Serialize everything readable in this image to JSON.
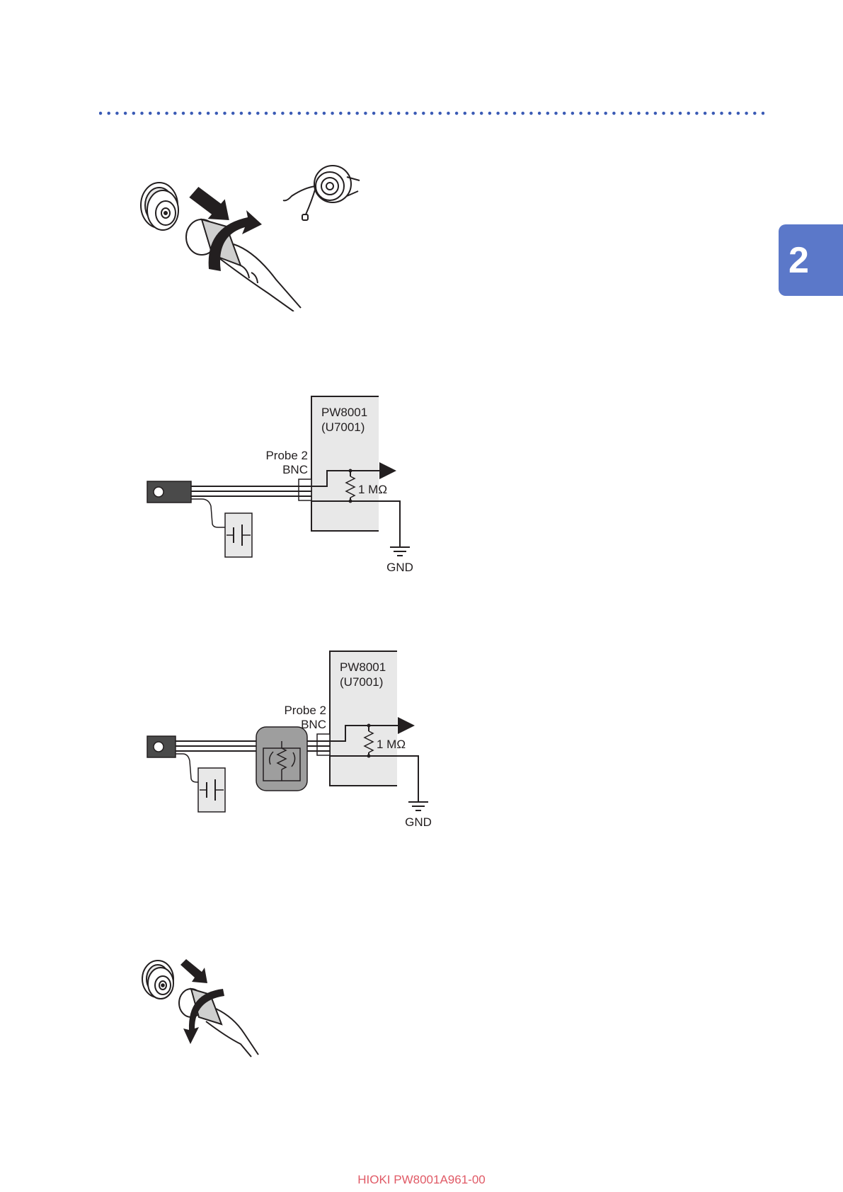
{
  "header": {
    "dot_color": "#3b5bb5"
  },
  "chapter_tab": {
    "number": "2",
    "color": "#5b78c9"
  },
  "figure_remove_cap": {
    "icons": [
      "bnc-connector-icon",
      "pull-arrow-icon",
      "rotate-arrow-icon",
      "dust-cap-icon"
    ]
  },
  "diagram_1": {
    "device_line1": "PW8001",
    "device_line2": "(U7001)",
    "probe_line1": "Probe 2",
    "probe_line2": "BNC",
    "resistor": "1 MΩ",
    "ground": "GND"
  },
  "diagram_2": {
    "device_line1": "PW8001",
    "device_line2": "(U7001)",
    "probe_line1": "Probe 2",
    "probe_line2": "BNC",
    "resistor": "1 MΩ",
    "ground": "GND"
  },
  "figure_attach_cap": {
    "icons": [
      "bnc-connector-icon",
      "push-arrow-icon",
      "rotate-arrow-icon"
    ]
  },
  "footer": {
    "text": "HIOKI PW8001A961-00",
    "color": "#e05a66"
  }
}
